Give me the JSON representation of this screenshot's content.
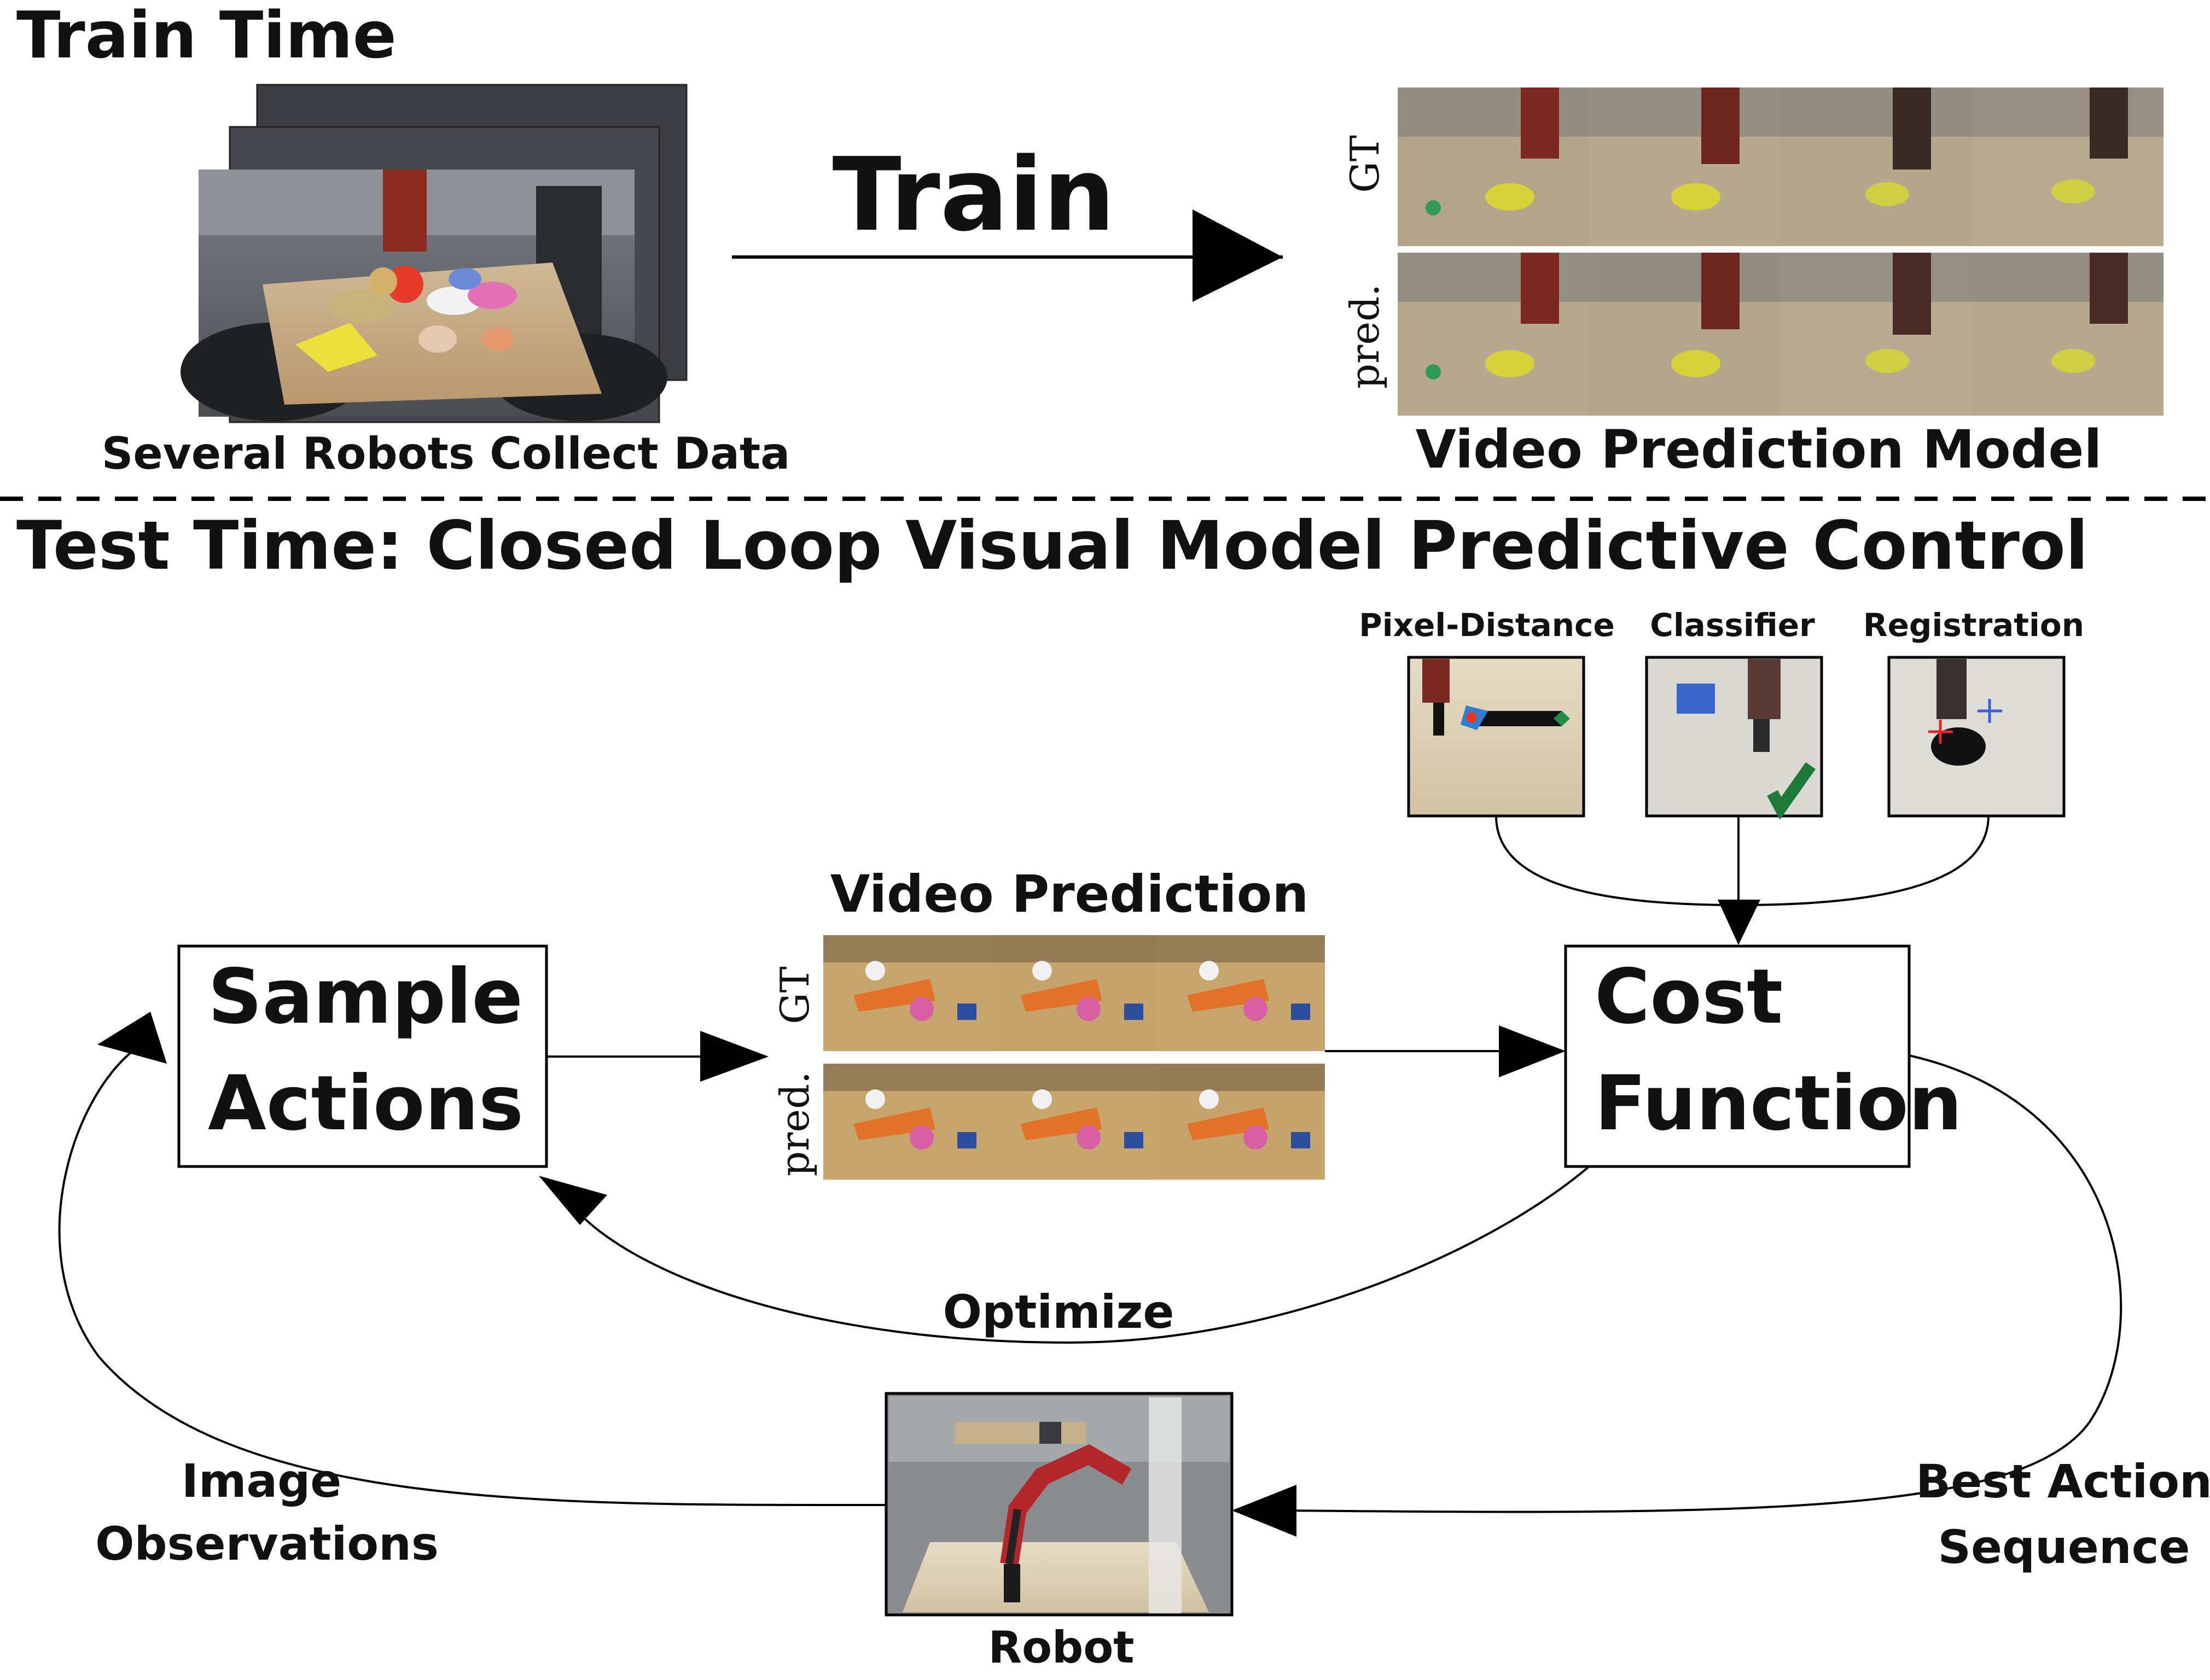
{
  "sections": {
    "train_heading": "Train Time",
    "test_heading": "Test Time: Closed Loop Visual Model Predictive Control"
  },
  "train": {
    "arrow_label": "Train",
    "robots_caption": "Several Robots Collect Data",
    "model_caption": "Video Prediction Model",
    "gt_label": "GT",
    "pred_label": "pred."
  },
  "cost_options": {
    "pixel_distance": "Pixel-Distance",
    "classifier": "Classifier",
    "registration": "Registration"
  },
  "loop": {
    "video_prediction_title": "Video Prediction",
    "gt_label": "GT",
    "pred_label": "pred.",
    "sample_actions_line1": "Sample",
    "sample_actions_line2": "Actions",
    "cost_function_line1": "Cost",
    "cost_function_line2": "Function",
    "optimize_label": "Optimize",
    "robot_label": "Robot",
    "image_obs_line1": "Image",
    "image_obs_line2": "Observations",
    "best_action_line1": "Best Action",
    "best_action_line2": "Sequence"
  }
}
